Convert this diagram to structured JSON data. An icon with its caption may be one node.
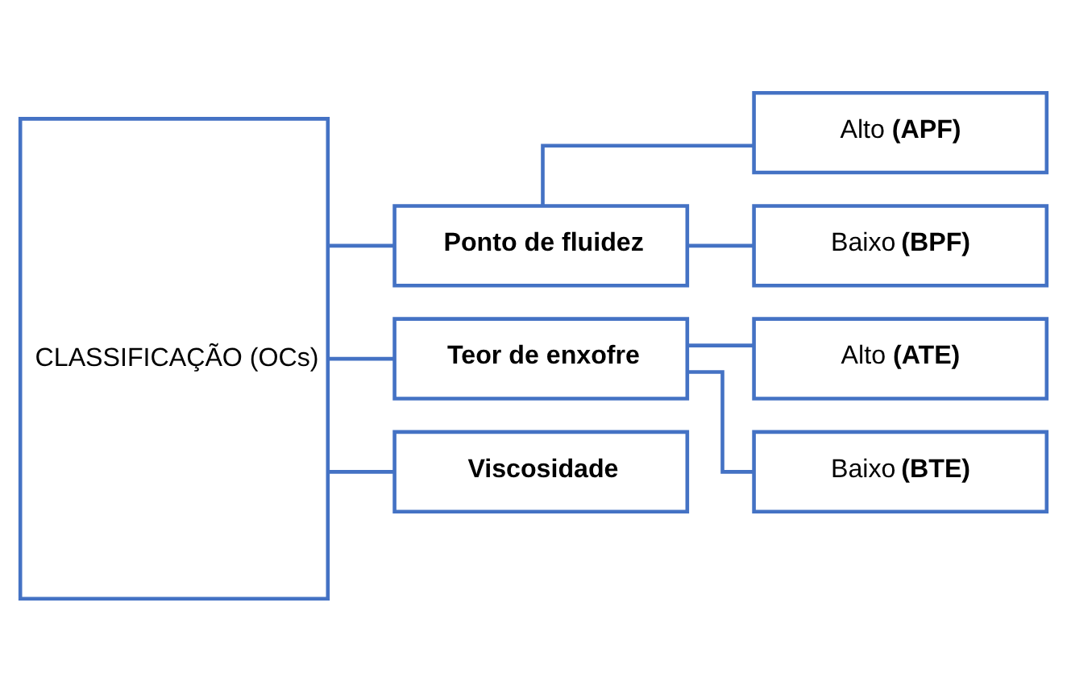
{
  "diagram": {
    "nodes": [
      {
        "text": [
          "CLASSIFICAÇÃO (OCs)"
        ]
      },
      {
        "text": [
          "Ponto de fluidez"
        ]
      },
      {
        "text": [
          "Alto **(APF)**"
        ]
      },
      {
        "text": [
          "Baixo **(BPF)**"
        ]
      },
      {
        "text": [
          "Teor de enxofre"
        ]
      },
      {
        "text": [
          "Alto **(ATE)**"
        ]
      },
      {
        "text": [
          "Baixo **(BTE)**"
        ]
      },
      {
        "text": [
          "Viscosidade"
        ]
      }
    ],
    "edges": [
      {
        "from": 0,
        "to": 1,
        "arrow": "none"
      },
      {
        "from": 0,
        "to": 4,
        "arrow": "none"
      },
      {
        "from": 0,
        "to": 7,
        "arrow": "none"
      },
      {
        "from": 1,
        "to": 2,
        "arrow": "none"
      },
      {
        "from": 1,
        "to": 3,
        "arrow": "none"
      },
      {
        "from": 4,
        "to": 5,
        "arrow": "none"
      },
      {
        "from": 4,
        "to": 6,
        "arrow": "none"
      }
    ]
  }
}
